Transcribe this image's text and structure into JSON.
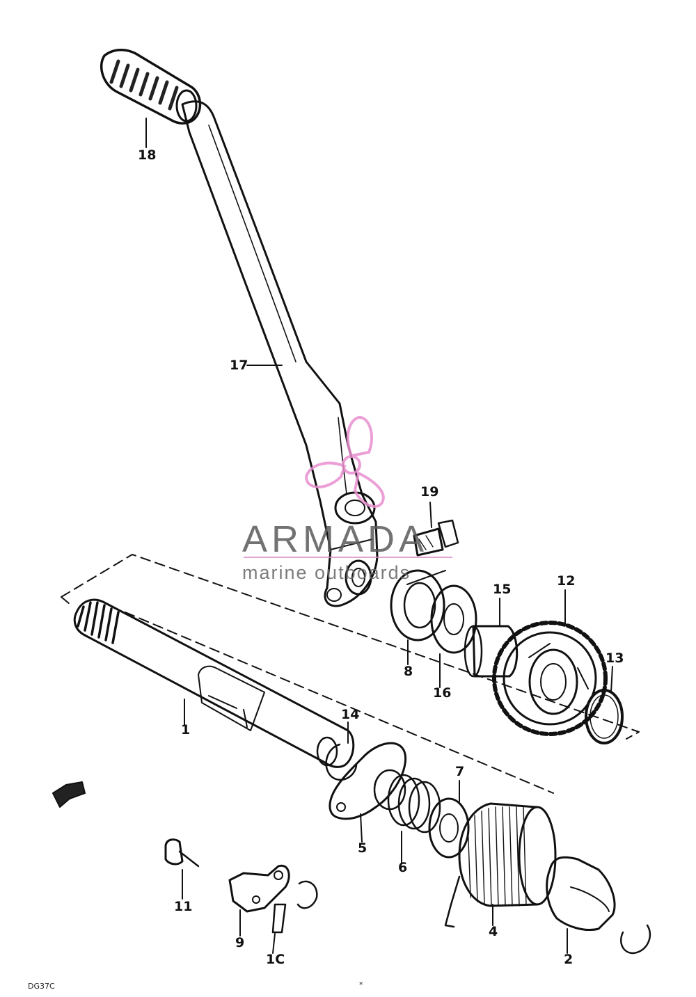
{
  "diagram": {
    "labels": {
      "p1": "1",
      "p2": "2",
      "p4": "4",
      "p5": "5",
      "p6": "6",
      "p7": "7",
      "p8": "8",
      "p9": "9",
      "p10": "1C",
      "p11": "11",
      "p12": "12",
      "p13": "13",
      "p14": "14",
      "p15": "15",
      "p16": "16",
      "p17": "17",
      "p18": "18",
      "p19": "19"
    },
    "footer_code": "DG37C",
    "footer_mark": "*"
  },
  "watermark": {
    "title": "ARMADA",
    "subtitle": "marine outboards",
    "logo": "propeller-logo",
    "color": "#e88fd0"
  },
  "colors": {
    "ink": "#111111",
    "paper": "#ffffff"
  }
}
